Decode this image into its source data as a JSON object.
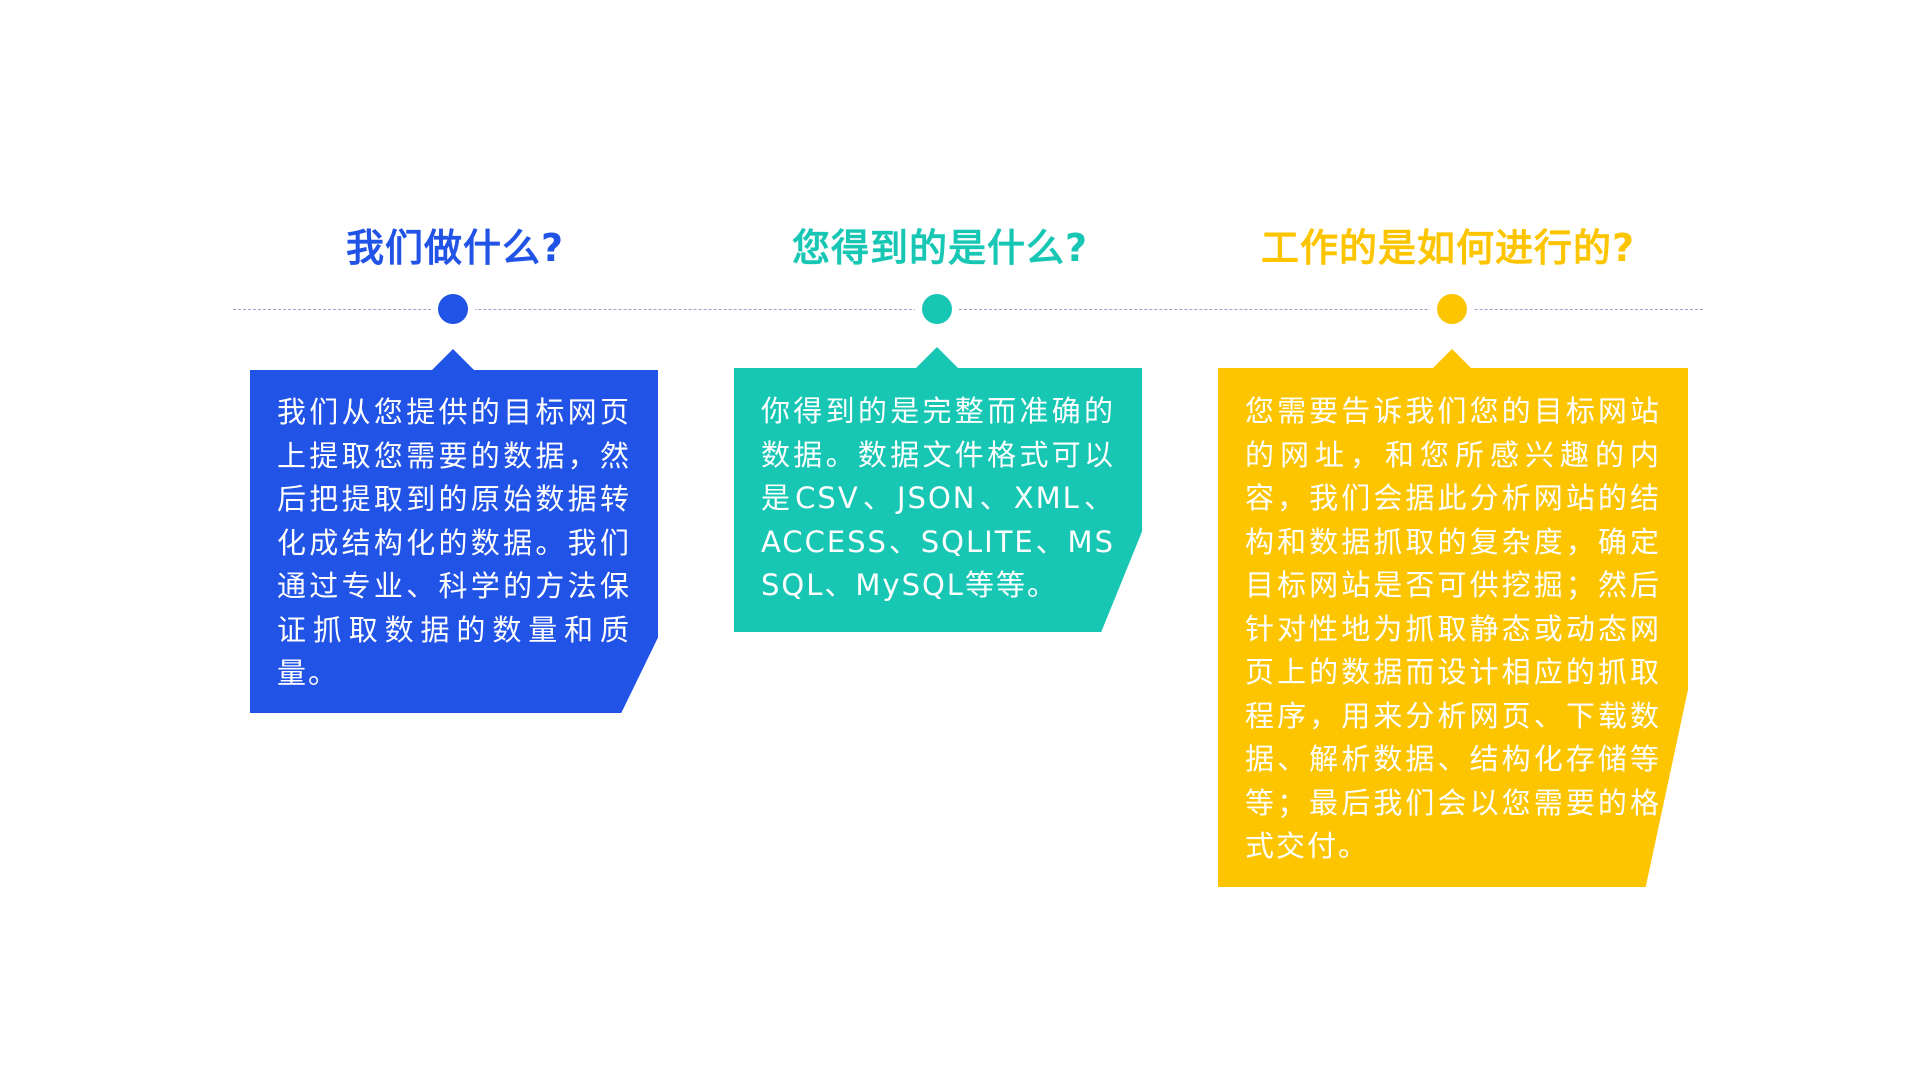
{
  "colors": {
    "blue": "#2153e6",
    "teal": "#17c7b4",
    "yellow": "#fcc500",
    "timeline": "#9aa3c8"
  },
  "columns": [
    {
      "title": "我们做什么?",
      "body": "我们从您提供的目标网页上提取您需要的数据，然后把提取到的原始数据转化成结构化的数据。我们通过专业、科学的方法保证抓取数据的数量和质量。"
    },
    {
      "title": "您得到的是什么?",
      "body": "你得到的是完整而准确的数据。数据文件格式可以是CSV、JSON、XML、ACCESS、SQLITE、MSSQL、MySQL等等。"
    },
    {
      "title": "工作的是如何进行的?",
      "body": "您需要告诉我们您的目标网站的网址，和您所感兴趣的内容，我们会据此分析网站的结构和数据抓取的复杂度，确定目标网站是否可供挖掘；然后针对性地为抓取静态或动态网页上的数据而设计相应的抓取程序，用来分析网页、下载数据、解析数据、结构化存储等等；最后我们会以您需要的格式交付。"
    }
  ]
}
